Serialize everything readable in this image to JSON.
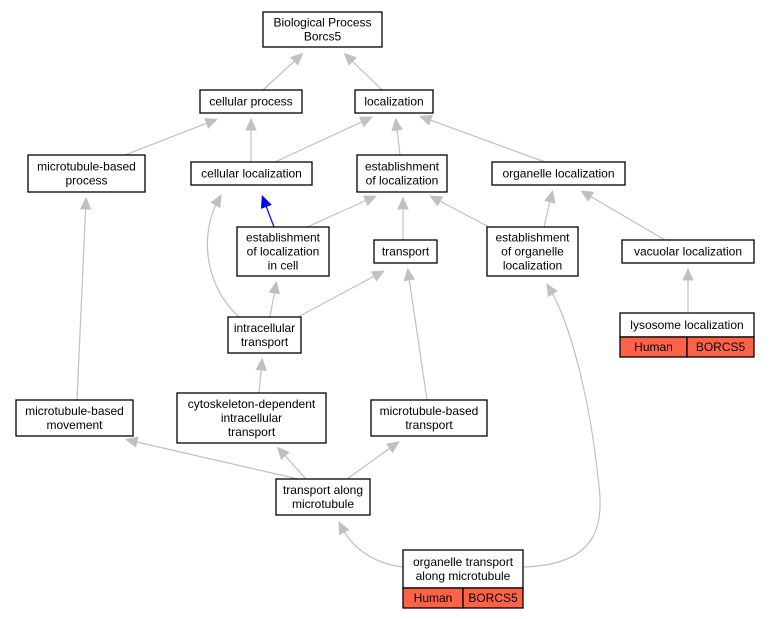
{
  "diagram": {
    "nodes": [
      {
        "id": "bp",
        "lines": [
          "Biological Process",
          "Borcs5"
        ]
      },
      {
        "id": "cp",
        "lines": [
          "cellular process"
        ]
      },
      {
        "id": "loc",
        "lines": [
          "localization"
        ]
      },
      {
        "id": "mbp",
        "lines": [
          "microtubule-based",
          "process"
        ]
      },
      {
        "id": "cl",
        "lines": [
          "cellular localization"
        ]
      },
      {
        "id": "eol",
        "lines": [
          "establishment",
          "of localization"
        ]
      },
      {
        "id": "ol",
        "lines": [
          "organelle localization"
        ]
      },
      {
        "id": "elc",
        "lines": [
          "establishment",
          "of localization",
          "in cell"
        ]
      },
      {
        "id": "tr",
        "lines": [
          "transport"
        ]
      },
      {
        "id": "eoo",
        "lines": [
          "establishment",
          "of organelle",
          "localization"
        ]
      },
      {
        "id": "vl",
        "lines": [
          "vacuolar localization"
        ]
      },
      {
        "id": "it",
        "lines": [
          "intracellular",
          "transport"
        ]
      },
      {
        "id": "ll",
        "lines": [
          "lysosome localization"
        ],
        "cells": [
          "Human",
          "BORCS5"
        ]
      },
      {
        "id": "mbm",
        "lines": [
          "microtubule-based",
          "movement"
        ]
      },
      {
        "id": "cdit",
        "lines": [
          "cytoskeleton-dependent",
          "intracellular",
          "transport"
        ]
      },
      {
        "id": "mbt",
        "lines": [
          "microtubule-based",
          "transport"
        ]
      },
      {
        "id": "tam",
        "lines": [
          "transport along",
          "microtubule"
        ]
      },
      {
        "id": "otam",
        "lines": [
          "organelle transport",
          "along microtubule"
        ],
        "cells": [
          "Human",
          "BORCS5"
        ]
      }
    ],
    "edges": [
      {
        "from": "cp",
        "to": "bp"
      },
      {
        "from": "loc",
        "to": "bp"
      },
      {
        "from": "mbp",
        "to": "cp"
      },
      {
        "from": "cl",
        "to": "cp"
      },
      {
        "from": "cl",
        "to": "loc"
      },
      {
        "from": "eol",
        "to": "loc"
      },
      {
        "from": "ol",
        "to": "loc"
      },
      {
        "from": "elc",
        "to": "cl",
        "highlight": true
      },
      {
        "from": "elc",
        "to": "eol"
      },
      {
        "from": "tr",
        "to": "eol"
      },
      {
        "from": "eoo",
        "to": "eol"
      },
      {
        "from": "eoo",
        "to": "ol"
      },
      {
        "from": "vl",
        "to": "ol"
      },
      {
        "from": "it",
        "to": "cl"
      },
      {
        "from": "it",
        "to": "elc"
      },
      {
        "from": "it",
        "to": "tr"
      },
      {
        "from": "ll",
        "to": "vl"
      },
      {
        "from": "mbm",
        "to": "mbp"
      },
      {
        "from": "cdit",
        "to": "it"
      },
      {
        "from": "mbt",
        "to": "tr"
      },
      {
        "from": "tam",
        "to": "mbm"
      },
      {
        "from": "tam",
        "to": "cdit"
      },
      {
        "from": "tam",
        "to": "mbt"
      },
      {
        "from": "otam",
        "to": "tam"
      },
      {
        "from": "otam",
        "to": "eoo"
      }
    ],
    "colors": {
      "edge": "#c0c0c0",
      "highlight_edge": "#0000ff",
      "annotation_cell": "#ff6347",
      "node_border": "#000000",
      "node_fill": "#ffffff"
    }
  }
}
